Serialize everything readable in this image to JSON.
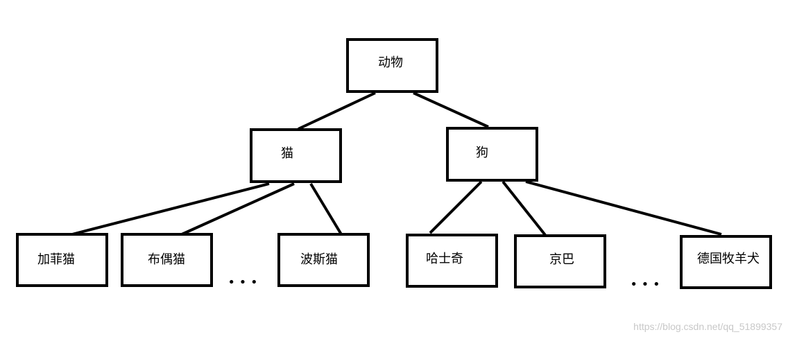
{
  "diagram": {
    "type": "tree",
    "root": {
      "label": "动物",
      "children": [
        {
          "label": "猫",
          "children": [
            "加菲猫",
            "布偶猫",
            "波斯猫"
          ],
          "truncated": true
        },
        {
          "label": "狗",
          "children": [
            "哈士奇",
            "京巴",
            "德国牧羊犬"
          ],
          "truncated": true
        }
      ]
    },
    "labels": {
      "animal": "动物",
      "cat": "猫",
      "dog": "狗",
      "garfield": "加菲猫",
      "ragdoll": "布偶猫",
      "persian": "波斯猫",
      "husky": "哈士奇",
      "pekingese": "京巴",
      "german_shepherd": "德国牧羊犬"
    },
    "ellipsis": "• • •"
  },
  "watermark": "https://blog.csdn.net/qq_51899357"
}
